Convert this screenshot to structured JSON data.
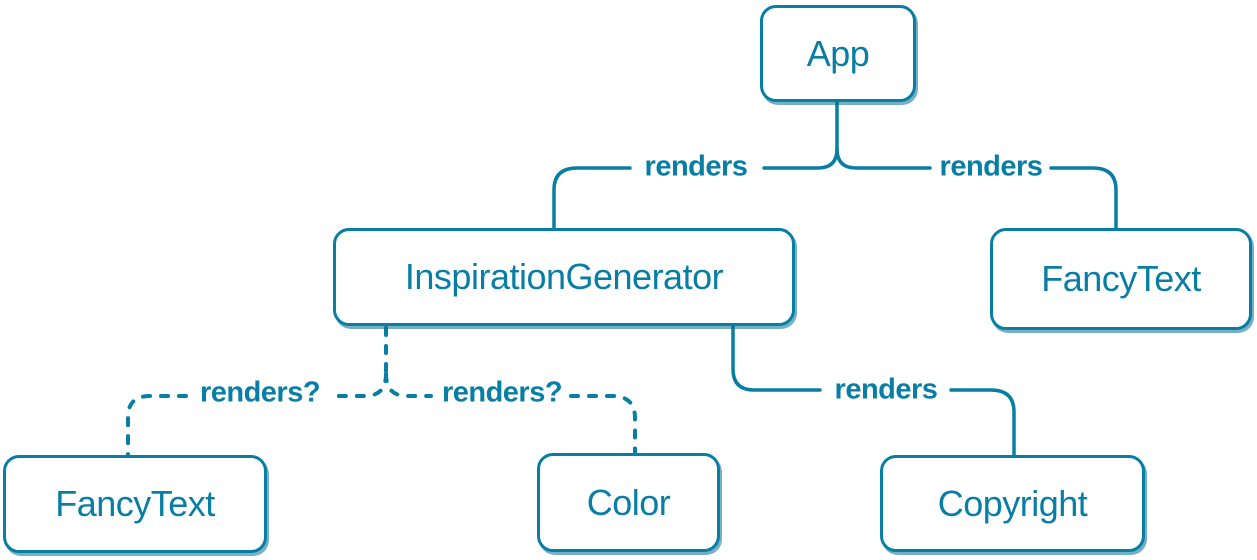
{
  "diagram": {
    "type": "component-tree",
    "accent_color": "#087ea4",
    "node_fill": "#ffffff",
    "nodes": [
      {
        "id": "app",
        "label": "App"
      },
      {
        "id": "inspiration-generator",
        "label": "InspirationGenerator"
      },
      {
        "id": "fancy-text-top",
        "label": "FancyText"
      },
      {
        "id": "fancy-text-bottom",
        "label": "FancyText"
      },
      {
        "id": "color",
        "label": "Color"
      },
      {
        "id": "copyright",
        "label": "Copyright"
      }
    ],
    "edges": [
      {
        "from": "App",
        "to": "InspirationGenerator",
        "label": "renders",
        "style": "solid"
      },
      {
        "from": "App",
        "to": "FancyText",
        "label": "renders",
        "style": "solid"
      },
      {
        "from": "InspirationGenerator",
        "to": "FancyText",
        "label": "renders?",
        "style": "dashed"
      },
      {
        "from": "InspirationGenerator",
        "to": "Color",
        "label": "renders?",
        "style": "dashed"
      },
      {
        "from": "InspirationGenerator",
        "to": "Copyright",
        "label": "renders",
        "style": "solid"
      }
    ]
  }
}
